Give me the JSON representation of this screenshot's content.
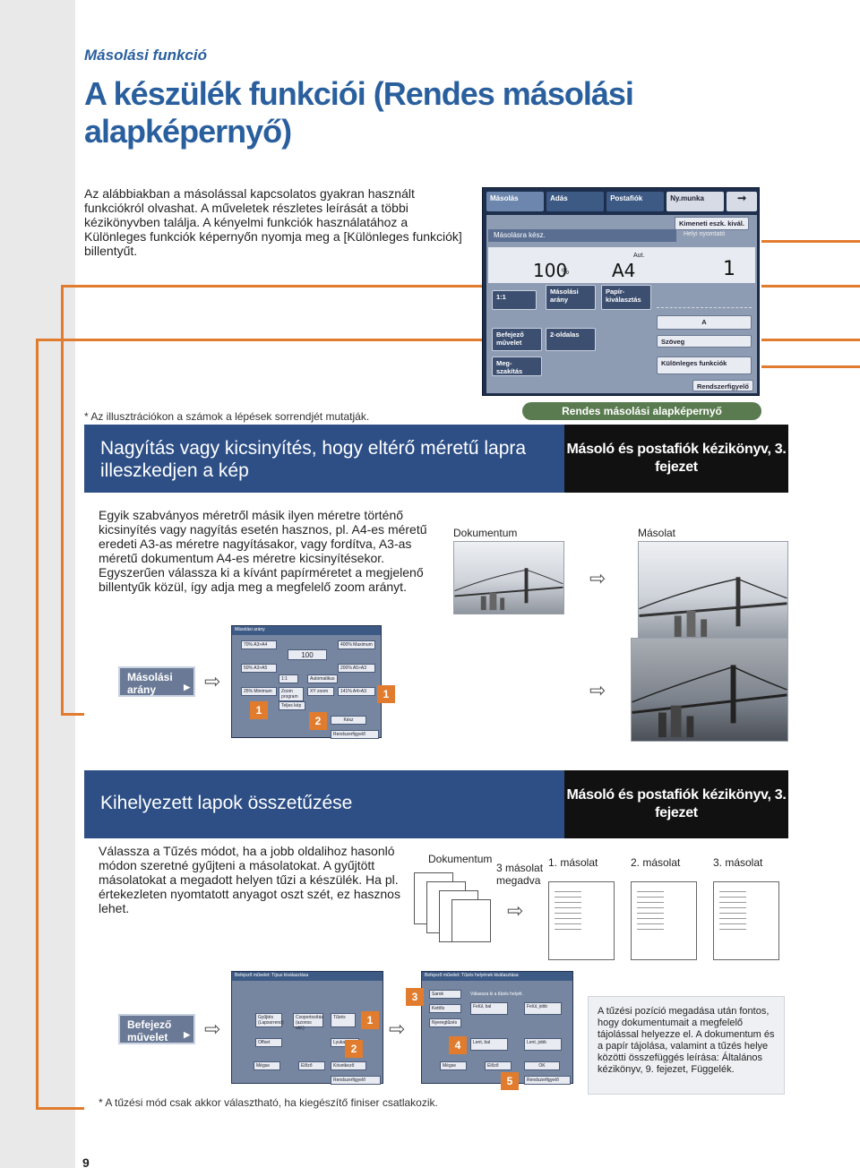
{
  "header": {
    "section_label": "Másolási funkció",
    "title": "A készülék funkciói (Rendes másolási alapképernyő)"
  },
  "intro": "Az alábbiakban a másolással kapcsolatos gyakran használt funkciókról olvashat. A műveletek részletes leírását a többi kézikönyvben találja. A kényelmi funkciók használatához a Különleges funkciók képernyőn nyomja meg a [Különleges funkciók] billentyűt.",
  "note": "* Az illusztrációkon a számok a lépések sorrendjét mutatják.",
  "screen": {
    "tabs": [
      "Másolás",
      "Adás",
      "Postafiók",
      "Ny.munka"
    ],
    "output_btn": "Kimeneti eszk. kivál.",
    "ready": "Másolásra kész.",
    "ready_right": "Helyi nyomtató",
    "zoom": "100",
    "percent": "%",
    "paper": "A4",
    "auto": "Aut.",
    "count": "1",
    "ratio": "1:1",
    "copy_ratio": "Másolási arány",
    "paper_select": "Papír-kiválasztás",
    "finish": "Befejező művelet",
    "duplex": "2-oldalas",
    "density": "A",
    "text_mode": "Szöveg",
    "interrupt": "Meg-szakítás",
    "special": "Különleges funkciók",
    "system": "Rendszerfigyelő"
  },
  "caption_pill": "Rendes másolási alapképernyő",
  "sec1": {
    "title": "Nagyítás vagy kicsinyítés, hogy eltérő méretű lapra illeszkedjen a kép",
    "ref": "Másoló és postafiók kézikönyv, 3. fejezet",
    "body": "Egyik szabványos méretről másik ilyen méretre történő kicsinyítés vagy nagyítás esetén hasznos, pl. A4-es méretű eredeti A3-as méretre nagyításakor, vagy fordítva, A3-as méretű dokumentum A4-es méretre kicsinyítésekor. Egyszerűen válassza ki a kívánt papírméretet a megjelenő billentyűk közül, így adja meg a megfelelő zoom arányt.",
    "doc_label": "Dokumentum",
    "copy_label": "Másolat",
    "btn": "Másolási arány",
    "mini": {
      "title": "Másolási arány",
      "b1": "70%  A3>A4",
      "b2": "50%  A3>A5",
      "b3": "25%  Minimum",
      "b4": "400%  Maximum",
      "b5": "200%  A5>A3",
      "b6": "141%  A4>A3",
      "zoom": "100",
      "r11": "1:1",
      "auto": "Automatikus",
      "zp": "Zoom program",
      "xy": "XY zoom",
      "fit": "Teljes kép",
      "ok": "Kész",
      "sys": "Rendszerfigyelő"
    },
    "badges": [
      "1",
      "2",
      "1"
    ]
  },
  "sec2": {
    "title": "Kihelyezett lapok összetűzése",
    "ref": "Másoló és postafiók kézikönyv, 3. fejezet",
    "body": "Válassza a Tűzés módot, ha a jobb oldalihoz hasonló módon szeretné gyűjteni a másolatokat. A gyűjtött másolatokat a megadott helyen tűzi a készülék. Ha pl. értekezleten nyomtatott anyagot oszt szét, ez hasznos lehet.",
    "doc_label": "Dokumentum",
    "copies_label": "3 másolat megadva",
    "copy1": "1. másolat",
    "copy2": "2. másolat",
    "copy3": "3. másolat",
    "btn": "Befejező művelet",
    "mini1": {
      "title": "Befejező művelet: Típus kiválasztása",
      "a": "Gyűjtés (Lapsorrend)",
      "b": "Csoportosítás (azonos old.)",
      "c": "Tűzés",
      "d": "Offset",
      "e": "Lyukasztás",
      "back": "Mégse",
      "prev": "Előző",
      "next": "Következő",
      "sys": "Rendszerfigyelő"
    },
    "mini2": {
      "title": "Befejező művelet: Tűzés helyének kiválasztása",
      "a": "Sarok",
      "b": "Kettős",
      "c": "Nyeregtűzés",
      "d": "Válassza ki a tűzés helyét.",
      "e": "Felül, bal",
      "f": "Felül, jobb",
      "g": "Lent, bal",
      "h": "Lent, jobb",
      "back": "Mégse",
      "prev": "Előző",
      "ok": "OK",
      "sys": "Rendszerfigyelő"
    },
    "badges": [
      "1",
      "2",
      "3",
      "4",
      "5"
    ],
    "side_note": "A tűzési pozíció megadása után fontos, hogy dokumentumait a megfelelő tájolással helyezze el. A dokumentum és a papír tájolása, valamint a tűzés helye közötti összefüggés leírása: Általános kézikönyv, 9. fejezet, Függelék."
  },
  "footnote": "* A tűzési mód csak akkor választható, ha kiegészítő finiser csatlakozik.",
  "page_number": "9",
  "colors": {
    "heading_blue": "#2a5f9e",
    "section_bar": "#2d4f86",
    "orange": "#e17c2e",
    "caption_green": "#5a7b4f"
  }
}
